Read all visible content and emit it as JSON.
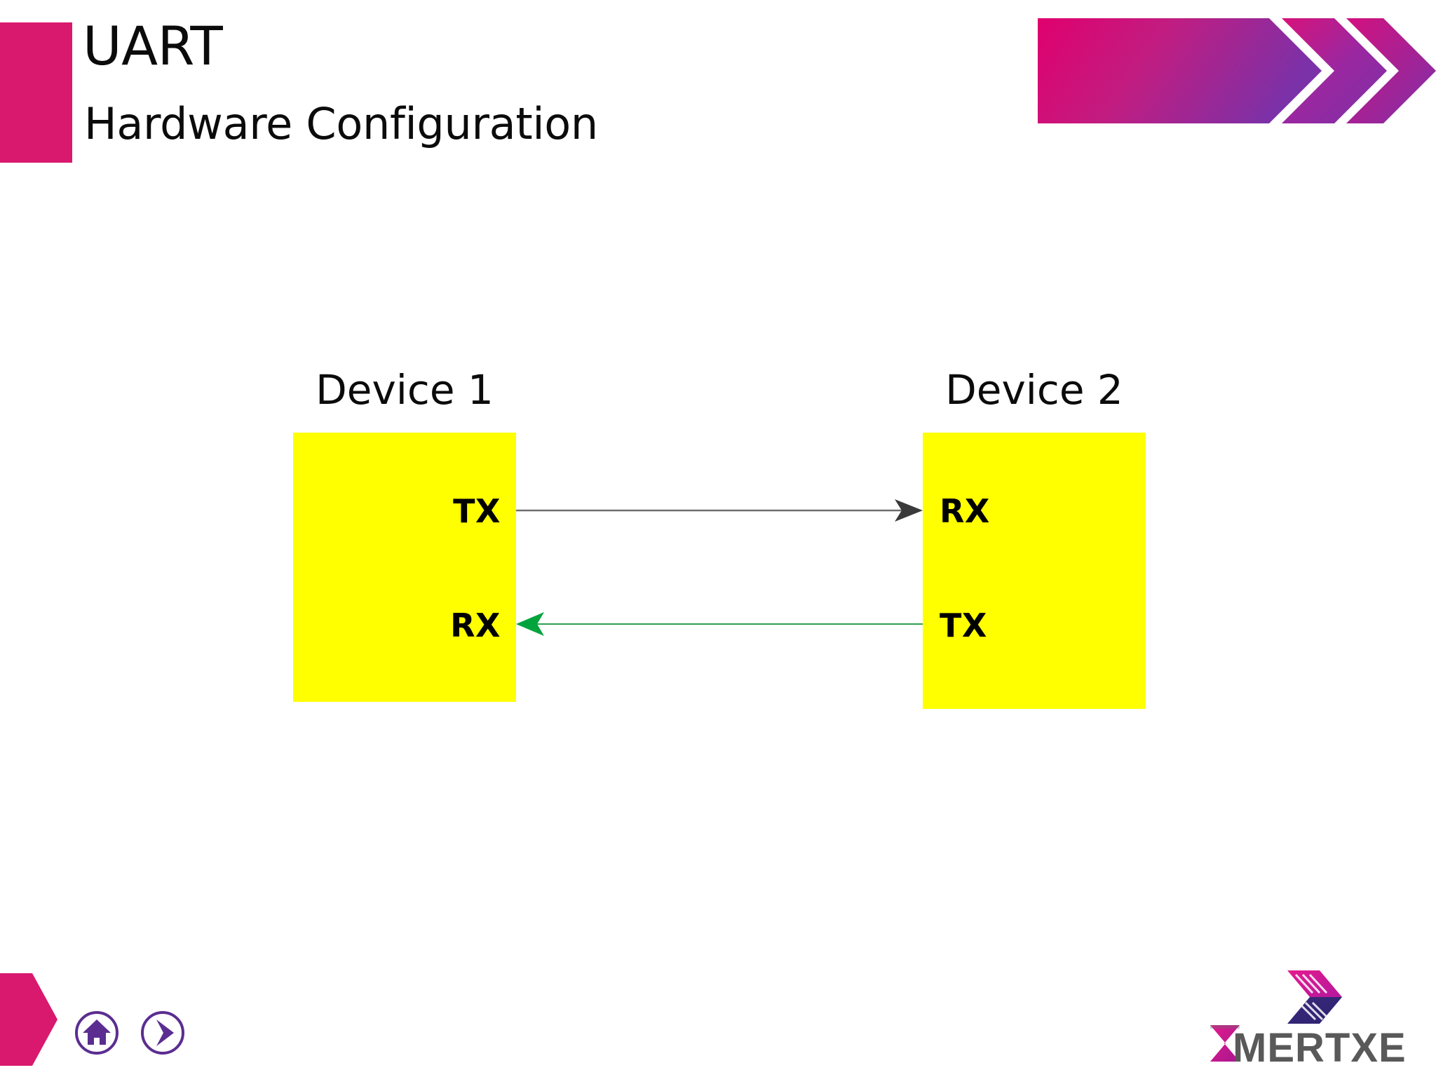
{
  "header": {
    "title": "UART",
    "subtitle": "Hardware Configuration",
    "accent_color": "#d9196e",
    "gradient_from": "#e0006e",
    "gradient_to": "#7b31a8"
  },
  "diagram": {
    "type": "block-diagram",
    "devices": [
      {
        "id": "device-1",
        "title": "Device 1",
        "box_color": "#ffff00",
        "pins": [
          {
            "name": "TX",
            "label": "TX",
            "align": "right"
          },
          {
            "name": "RX",
            "label": "RX",
            "align": "right"
          }
        ]
      },
      {
        "id": "device-2",
        "title": "Device 2",
        "box_color": "#ffff00",
        "pins": [
          {
            "name": "RX",
            "label": "RX",
            "align": "left"
          },
          {
            "name": "TX",
            "label": "TX",
            "align": "left"
          }
        ]
      }
    ],
    "connections": [
      {
        "name": "tx-to-rx",
        "from": "Device 1 TX",
        "to": "Device 2 RX",
        "direction": "right",
        "color": "#3a3a3a"
      },
      {
        "name": "tx-to-rx-return",
        "from": "Device 2 TX",
        "to": "Device 1 RX",
        "direction": "left",
        "color": "#00a33c"
      }
    ]
  },
  "footer": {
    "home_icon": "home-icon",
    "next_icon": "next-chevron-icon",
    "icon_color": "#5b2d91",
    "marker_color": "#d9196e",
    "brand": {
      "name": "MERTXE",
      "sigma": "Σ",
      "text_color": "#595959"
    }
  }
}
